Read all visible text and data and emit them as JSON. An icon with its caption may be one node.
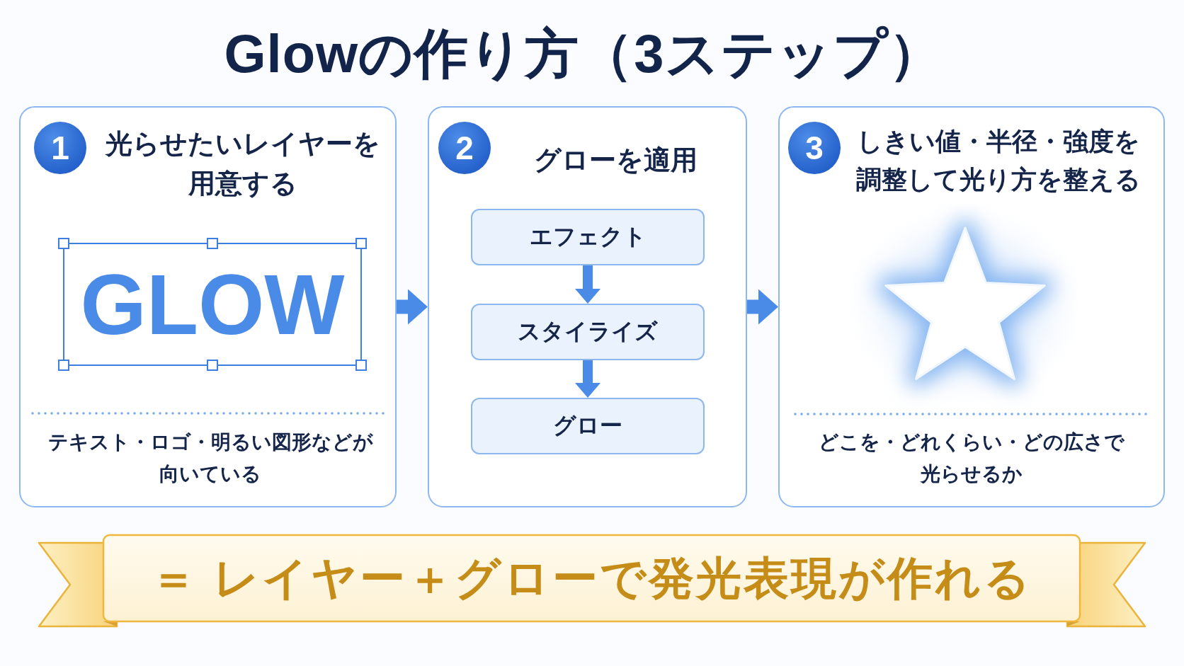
{
  "diagram": {
    "title": "Glowの作り方（3ステップ）",
    "nodes": [
      {
        "text": [
          "光らせたいレイヤーを用意する",
          "テキスト・ロゴ・明るい図形などが向いている"
        ]
      },
      {
        "text": [
          "1"
        ],
        "in": 0
      },
      {
        "text": [
          "GLOW"
        ],
        "in": 0
      },
      {
        "text": [
          "グローを適用"
        ]
      },
      {
        "text": [
          "2"
        ],
        "in": 3
      },
      {
        "text": [
          "エフェクト"
        ],
        "in": 3
      },
      {
        "text": [
          "スタイライズ"
        ],
        "in": 3
      },
      {
        "text": [
          "グロー"
        ],
        "in": 3
      },
      {
        "text": [
          "しきい値・半径・強度を調整して光り方を整える",
          "どこを・どれくらい・どの広さで光らせるか"
        ]
      },
      {
        "text": [
          "3"
        ],
        "in": 8
      },
      {
        "text": [
          "＝ レイヤー＋グローで発光表現が作れる"
        ]
      }
    ],
    "edges": [
      {
        "from": 0,
        "to": 3,
        "arrow": "to"
      },
      {
        "from": 5,
        "to": 6,
        "arrow": "to"
      },
      {
        "from": 6,
        "to": 7,
        "arrow": "to"
      },
      {
        "from": 3,
        "to": 8,
        "arrow": "to"
      }
    ]
  }
}
